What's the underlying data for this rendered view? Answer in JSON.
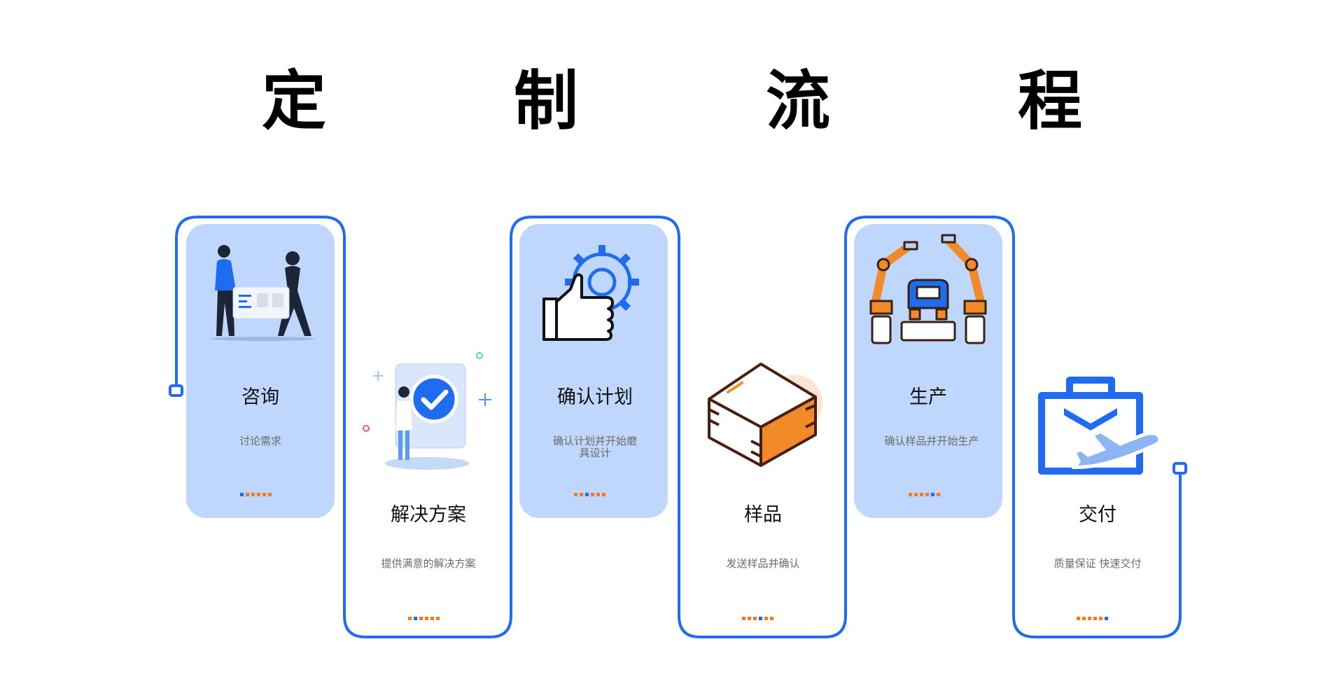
{
  "title": "定 制 流 程",
  "colors": {
    "accent_blue": "#1f6cf0",
    "card_fill": "#bfd7fc",
    "dot_orange": "#f37b1d",
    "dot_blue": "#1f6cf0"
  },
  "steps": [
    {
      "title": "咨询",
      "desc": "讨论需求",
      "icon": "consulting-people-icon",
      "dots": [
        "blue",
        "orange",
        "orange",
        "orange",
        "orange",
        "orange"
      ]
    },
    {
      "title": "解决方案",
      "desc": "提供满意的解决方案",
      "icon": "checklist-approval-icon",
      "dots": [
        "orange",
        "blue",
        "orange",
        "orange",
        "orange",
        "orange"
      ]
    },
    {
      "title": "确认计划",
      "desc": "确认计划并开始磨具设计",
      "icon": "gear-thumbs-up-icon",
      "dots": [
        "orange",
        "orange",
        "blue",
        "orange",
        "orange",
        "orange"
      ]
    },
    {
      "title": "样品",
      "desc": "发送样品并确认",
      "icon": "sample-box-icon",
      "dots": [
        "orange",
        "orange",
        "orange",
        "blue",
        "orange",
        "orange"
      ]
    },
    {
      "title": "生产",
      "desc": "确认样品并开始生产",
      "icon": "robot-arms-icon",
      "dots": [
        "orange",
        "orange",
        "orange",
        "orange",
        "blue",
        "orange"
      ]
    },
    {
      "title": "交付",
      "desc": "质量保证  快速交付",
      "icon": "delivery-plane-icon",
      "dots": [
        "orange",
        "orange",
        "orange",
        "orange",
        "orange",
        "blue"
      ]
    }
  ]
}
